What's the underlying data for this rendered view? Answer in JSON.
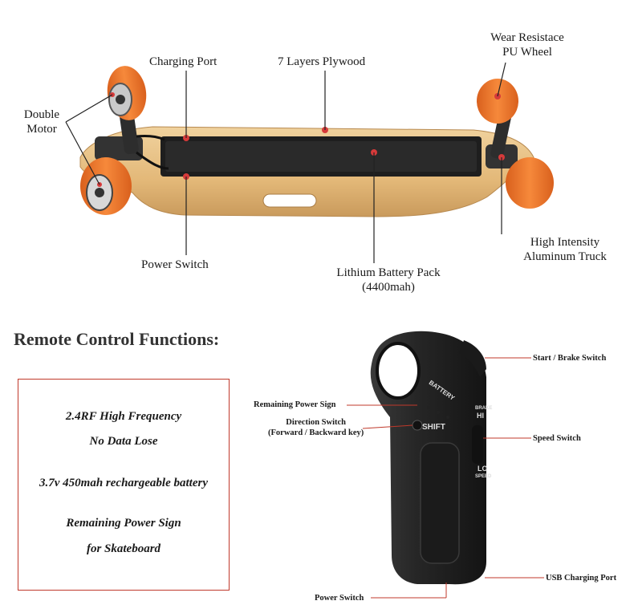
{
  "skateboard": {
    "labels": {
      "double_motor": [
        "Double",
        "Motor"
      ],
      "charging_port": "Charging Port",
      "plywood": "7 Layers Plywood",
      "wheel": [
        "Wear Resistace",
        "PU Wheel"
      ],
      "truck": [
        "High Intensity",
        "Aluminum Truck"
      ],
      "power_switch": "Power Switch",
      "battery": [
        "Lithium Battery Pack",
        "(4400mah)"
      ]
    }
  },
  "remote": {
    "section_title": "Remote Control Functions:",
    "features": [
      "2.4RF High Frequency",
      "No Data Lose",
      "3.7v 450mah rechargeable battery",
      "Remaining Power Sign",
      "for Skateboard"
    ],
    "labels": {
      "remaining_power": "Remaining Power Sign",
      "direction_switch": [
        "Direction Switch",
        "(Forward / Backward key)"
      ],
      "start_brake": "Start / Brake Switch",
      "speed_switch": "Speed Switch",
      "usb_port": "USB Charging Port",
      "power_switch": "Power Switch"
    },
    "device_print": {
      "battery": "BATTERY",
      "shift": "SHIFT",
      "brake": "BRAKE",
      "hi": "HI",
      "lo": "LO",
      "speed": "SPEED"
    }
  },
  "colors": {
    "wheel": "#f07a2e",
    "deck": "#e8c28a",
    "battery_case": "#1c1c1c",
    "marker": "#d63a3a",
    "remote_body": "#2b2b2b",
    "box_border": "#c0392b"
  }
}
